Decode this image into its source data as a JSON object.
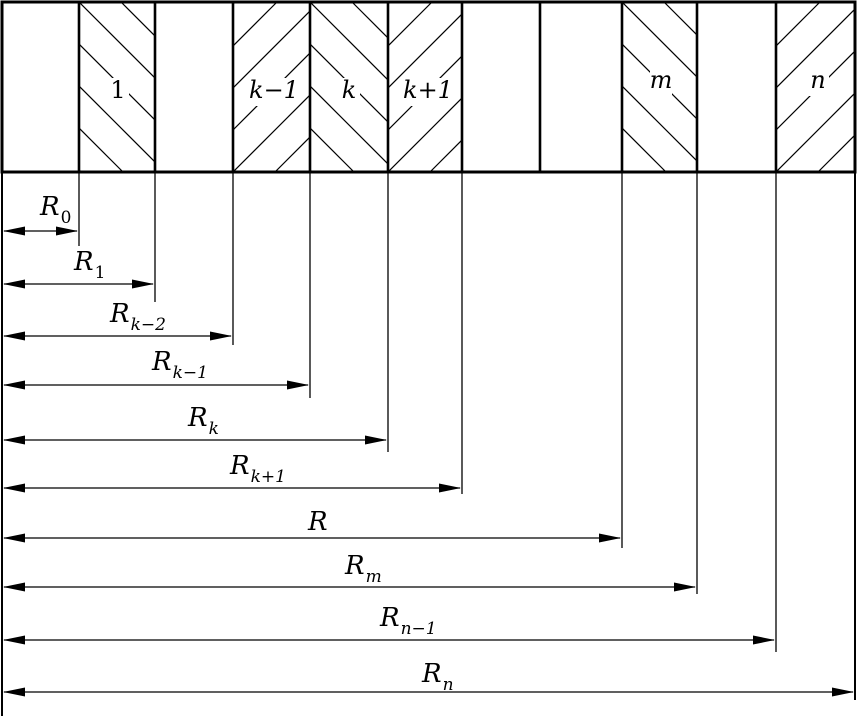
{
  "layers": [
    {
      "label": "",
      "hatched": false
    },
    {
      "label": "1",
      "hatched": true
    },
    {
      "label": "",
      "hatched": false
    },
    {
      "label": "k−1",
      "hatched": true
    },
    {
      "label": "k",
      "hatched": true
    },
    {
      "label": "k+1",
      "hatched": true
    },
    {
      "label": "",
      "hatched": false
    },
    {
      "label": "",
      "hatched": false
    },
    {
      "label": "m",
      "hatched": true
    },
    {
      "label": "",
      "hatched": false
    },
    {
      "label": "n",
      "hatched": true
    }
  ],
  "dimensions": [
    {
      "base": "R",
      "sub": "0"
    },
    {
      "base": "R",
      "sub": "1"
    },
    {
      "base": "R",
      "sub": "k−2"
    },
    {
      "base": "R",
      "sub": "k−1"
    },
    {
      "base": "R",
      "sub": "k"
    },
    {
      "base": "R",
      "sub": "k+1"
    },
    {
      "base": "R",
      "sub": ""
    },
    {
      "base": "R",
      "sub": "m"
    },
    {
      "base": "R",
      "sub": "n−1"
    },
    {
      "base": "R",
      "sub": "n"
    }
  ],
  "colors": {
    "stroke": "#000000",
    "background": "#ffffff"
  }
}
